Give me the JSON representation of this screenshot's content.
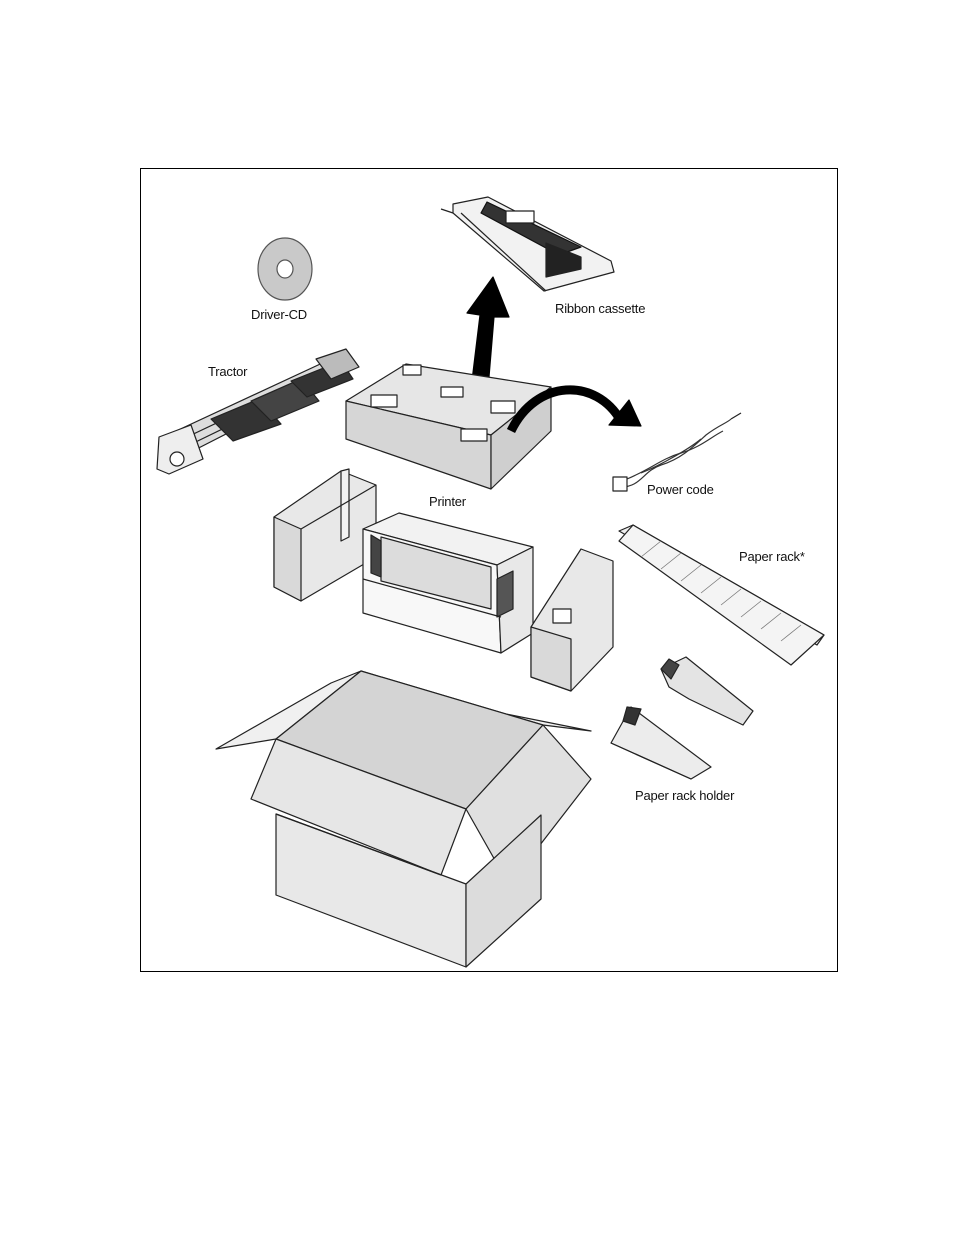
{
  "diagram": {
    "labels": {
      "driver_cd": "Driver-CD",
      "ribbon_cassette": "Ribbon cassette",
      "tractor": "Tractor",
      "power_code": "Power code",
      "printer": "Printer",
      "paper_rack": "Paper rack*",
      "paper_rack_holder": "Paper rack holder"
    }
  }
}
